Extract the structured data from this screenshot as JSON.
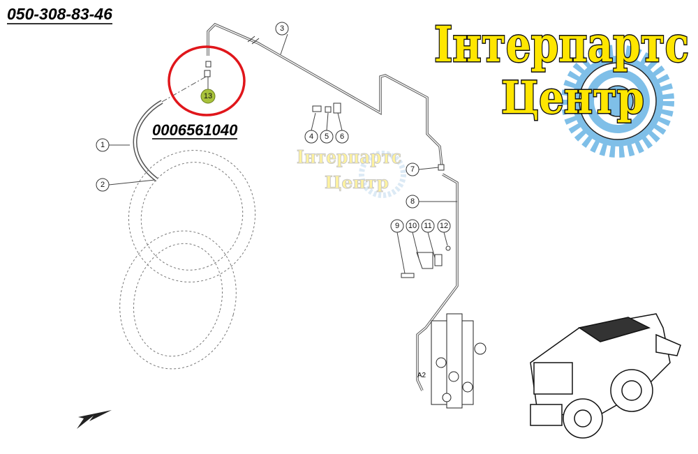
{
  "phone": "050-308-83-46",
  "part_number": "0006561040",
  "logo": {
    "line1": "Інтерпартс",
    "line2": "Центр",
    "text_color": "#ffe600",
    "gear_color": "#7fbfe8"
  },
  "highlight_color": "#e0161b",
  "highlighted_callout": "13",
  "highlight_callout_color": "#a8c23a",
  "callouts": [
    "1",
    "2",
    "3",
    "4",
    "5",
    "6",
    "7",
    "8",
    "9",
    "10",
    "11",
    "12",
    "13"
  ],
  "component_label": "A2"
}
